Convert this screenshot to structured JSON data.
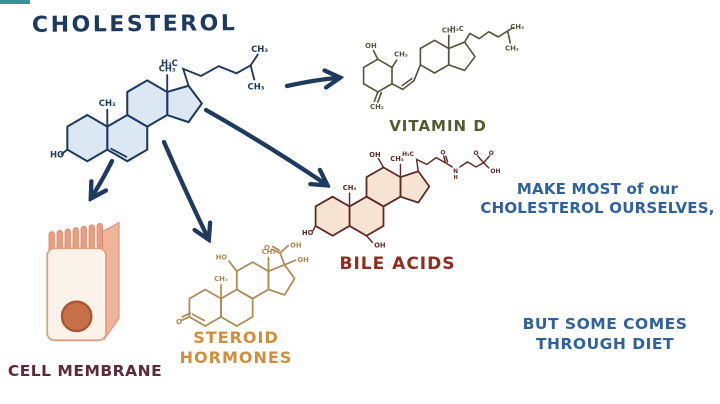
{
  "title": "CHOLESTEROL",
  "nodes": {
    "vitamin_d": {
      "label": "VITAMIN D"
    },
    "bile_acids": {
      "label": "BILE ACIDS"
    },
    "steroid_hormones": {
      "label_line1": "STEROID",
      "label_line2": "HORMONES"
    },
    "cell_membrane": {
      "label": "CELL MEMBRANE"
    }
  },
  "annotations": {
    "make_most": {
      "line1": "MAKE MOST of our",
      "line2": "CHOLESTEROL OURSELVES,"
    },
    "diet": {
      "line1": "BUT SOME COMES",
      "line2": "THROUGH DIET"
    }
  },
  "atom_labels": {
    "ho": "HO",
    "oh": "OH",
    "ch3": "CH₃",
    "h3c": "H₃C",
    "ch2": "CH₂",
    "o": "O",
    "n": "N",
    "h": "H"
  },
  "colors": {
    "title": "#1c3a5e",
    "arrow": "#1e3a5e",
    "cholesterol_line": "#1e3a5e",
    "cholesterol_ring_fill": "#dbe8f4",
    "vitamin_d_line": "#57543c",
    "vitamin_d_label": "#545a31",
    "bile_line": "#5d2a25",
    "bile_ring_fill": "#f7e3d2",
    "bile_label": "#8c2d1e",
    "steroid_line": "#ac8a58",
    "steroid_label": "#d08f3f",
    "membrane_label": "#5c2b3b",
    "annotation_text": "#30619b",
    "membrane_face": "#fbf2ea",
    "membrane_side": "#efb59a",
    "membrane_teeth": "#eb9e82",
    "membrane_protein": "#c76f47",
    "progress_mark": "#35939b"
  }
}
